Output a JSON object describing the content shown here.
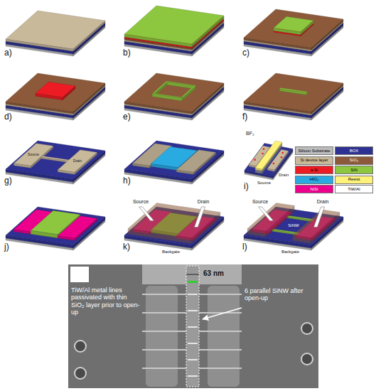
{
  "diagram": {
    "labels": [
      "a)",
      "b)",
      "c)",
      "d)",
      "e)",
      "f)",
      "g)",
      "h)",
      "i)",
      "j)",
      "k)",
      "l)",
      "Source",
      "Drain",
      "BF₂",
      "Source",
      "Drain",
      "Source",
      "Drain",
      "Backgate",
      "Source",
      "Drain",
      "SiNW",
      "Backgate",
      "63 nm",
      "TiW/Al metal lines passivated with thin SiO₂ layer prior to open-up",
      "6 parallel SiNW after open-up"
    ],
    "legend": [
      {
        "text": "Silicon Substrate",
        "color": "#bdbdbd"
      },
      {
        "text": "BOX",
        "color": "#2e3192"
      },
      {
        "text": "Si device layer",
        "color": "#c9b99b"
      },
      {
        "text": "SiO₂",
        "color": "#8c5a3a"
      },
      {
        "text": "a-Si",
        "color": "#ed1c24"
      },
      {
        "text": "SiN",
        "color": "#8dc63f"
      },
      {
        "text": "HfO₂",
        "color": "#29abe2"
      },
      {
        "text": "Resist",
        "color": "#fff27a"
      },
      {
        "text": "NiSi",
        "color": "#ec008c"
      },
      {
        "text": "TiW/Al",
        "color": "#ffffff"
      }
    ]
  }
}
